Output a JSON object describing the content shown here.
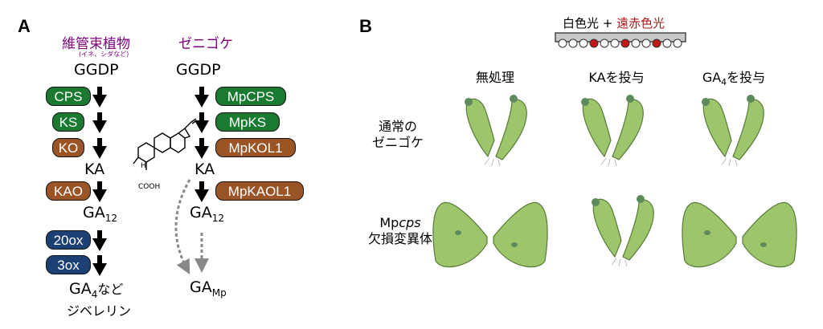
{
  "panel_a": {
    "label": "A",
    "col1_header": "維管束植物",
    "col1_subheader": "(イネ、シダなど)",
    "col2_header": "ゼニゴケ",
    "col1_start": "GGDP",
    "col2_start": "GGDP",
    "col1_enzymes": {
      "cps": "CPS",
      "ks": "KS",
      "ko": "KO",
      "kao": "KAO",
      "ox20": "20ox",
      "ox3": "3ox"
    },
    "col2_enzymes": {
      "cps": "MpCPS",
      "ks": "MpKS",
      "kol1": "MpKOL1",
      "kaol1": "MpKAOL1"
    },
    "col1_ka": "KA",
    "col2_ka": "KA",
    "col1_ga12": {
      "base": "GA",
      "sub": "12"
    },
    "col2_ga12": {
      "base": "GA",
      "sub": "12"
    },
    "col1_ga4": {
      "base": "GA",
      "sub": "4",
      "suffix": "など"
    },
    "col1_gibberellin": "ジベレリン",
    "col2_gamp": {
      "base": "GA",
      "sub": "Mp"
    },
    "molecule_label": {
      "h": "H",
      "cooh": "COOH"
    }
  },
  "panel_b": {
    "label": "B",
    "light_white": "白色光 +",
    "light_far_red": "遠赤色光",
    "conditions": [
      {
        "base": "無処理",
        "sub": "",
        "suffix": ""
      },
      {
        "base": "KAを投与",
        "sub": "",
        "suffix": ""
      },
      {
        "base": "GA",
        "sub": "4",
        "suffix": "を投与"
      }
    ],
    "row1_label": [
      "通常の",
      "ゼニゴケ"
    ],
    "row2_label": {
      "prefix": "Mp",
      "italic": "cps",
      "line2": "欠損変異体"
    }
  },
  "colors": {
    "enzyme_green": "#1a7a32",
    "enzyme_brown": "#9b5426",
    "enzyme_navy": "#1c3f74",
    "header_purple": "#800080",
    "far_red": "#b01818",
    "thallus_green": "#9cc56c"
  }
}
